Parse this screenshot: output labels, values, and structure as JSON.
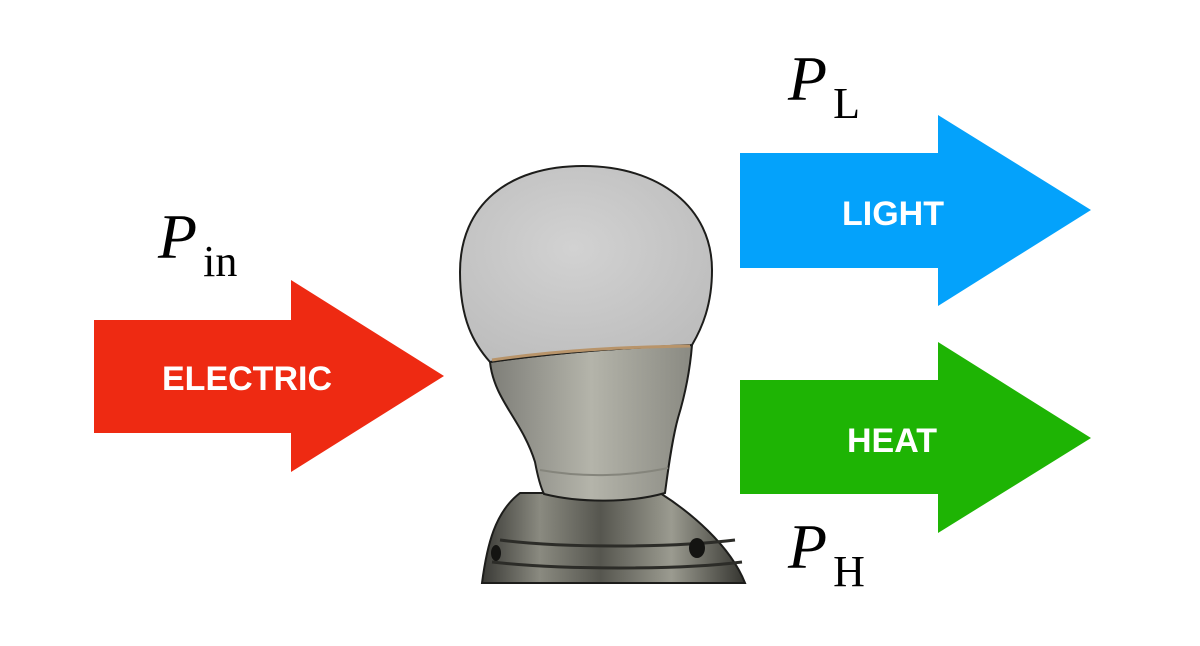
{
  "colors": {
    "electric": "#ee2a12",
    "light": "#04a2fb",
    "heat": "#1eb404",
    "bulb_glass": "#cbcbcb",
    "bulb_base": "#9a9a8e",
    "socket": "#4e4e48"
  },
  "arrows": {
    "electric": {
      "label": "ELECTRIC"
    },
    "light": {
      "label": "LIGHT"
    },
    "heat": {
      "label": "HEAT"
    }
  },
  "symbols": {
    "input": {
      "main": "P",
      "sub": "in"
    },
    "light": {
      "main": "P",
      "sub": "L"
    },
    "heat": {
      "main": "P",
      "sub": "H"
    }
  },
  "icons": {
    "bulb": "light-bulb-icon"
  }
}
